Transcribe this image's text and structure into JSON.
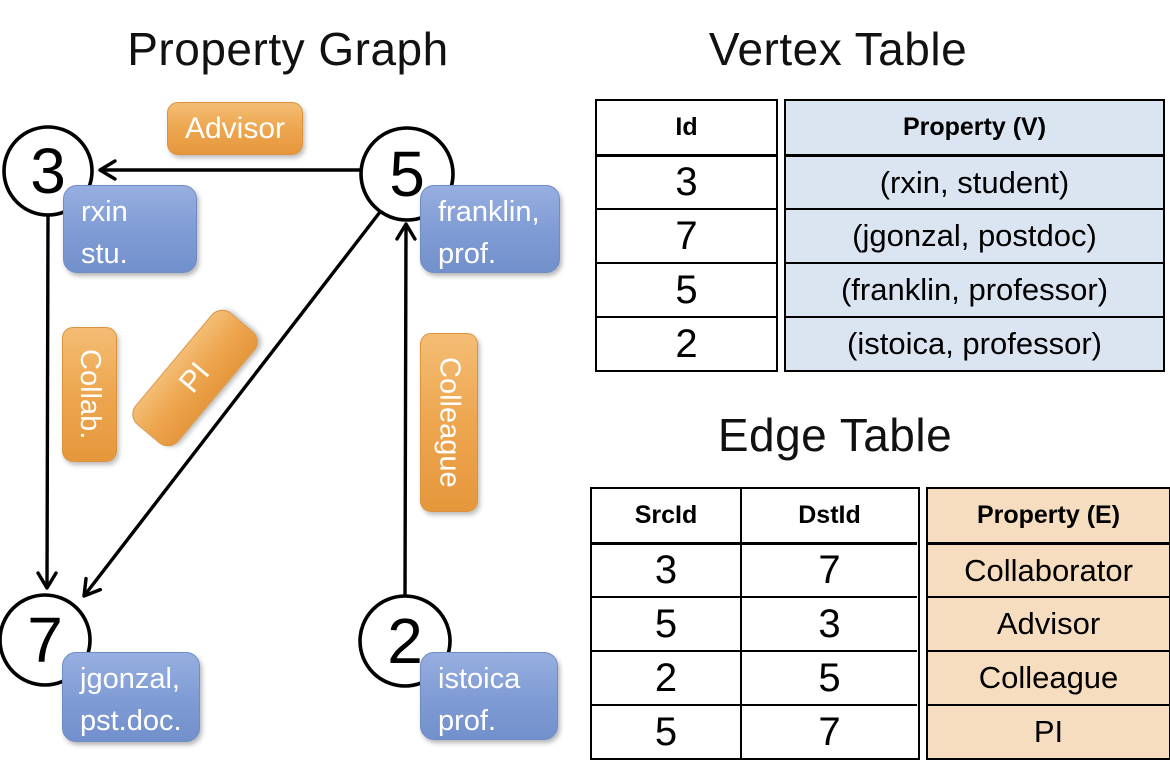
{
  "titles": {
    "graph": "Property Graph",
    "vertex_table": "Vertex Table",
    "edge_table": "Edge Table"
  },
  "graph": {
    "nodes": {
      "n3": {
        "id": "3",
        "property_line1": "rxin",
        "property_line2": "stu."
      },
      "n5": {
        "id": "5",
        "property_line1": "franklin,",
        "property_line2": "prof."
      },
      "n7": {
        "id": "7",
        "property_line1": "jgonzal,",
        "property_line2": "pst.doc."
      },
      "n2": {
        "id": "2",
        "property_line1": "istoica",
        "property_line2": "prof."
      }
    },
    "edge_labels": {
      "advisor": "Advisor",
      "collab": "Collab.",
      "pi": "PI",
      "colleague": "Colleague"
    }
  },
  "vertex_table": {
    "headers": {
      "id": "Id",
      "property": "Property (V)"
    },
    "rows": [
      {
        "id": "3",
        "property": "(rxin, student)"
      },
      {
        "id": "7",
        "property": "(jgonzal, postdoc)"
      },
      {
        "id": "5",
        "property": "(franklin, professor)"
      },
      {
        "id": "2",
        "property": "(istoica, professor)"
      }
    ]
  },
  "edge_table": {
    "headers": {
      "src": "SrcId",
      "dst": "DstId",
      "property": "Property (E)"
    },
    "rows": [
      {
        "src": "3",
        "dst": "7",
        "property": "Collaborator"
      },
      {
        "src": "5",
        "dst": "3",
        "property": "Advisor"
      },
      {
        "src": "2",
        "dst": "5",
        "property": "Colleague"
      },
      {
        "src": "5",
        "dst": "7",
        "property": "PI"
      }
    ]
  },
  "colors": {
    "edge_label_orange": "#EDA64F",
    "vertex_label_blue": "#7F9BD4",
    "vertex_table_fill": "#DBE4F1",
    "edge_table_fill": "#F6DDBF",
    "line_black": "#000000"
  }
}
